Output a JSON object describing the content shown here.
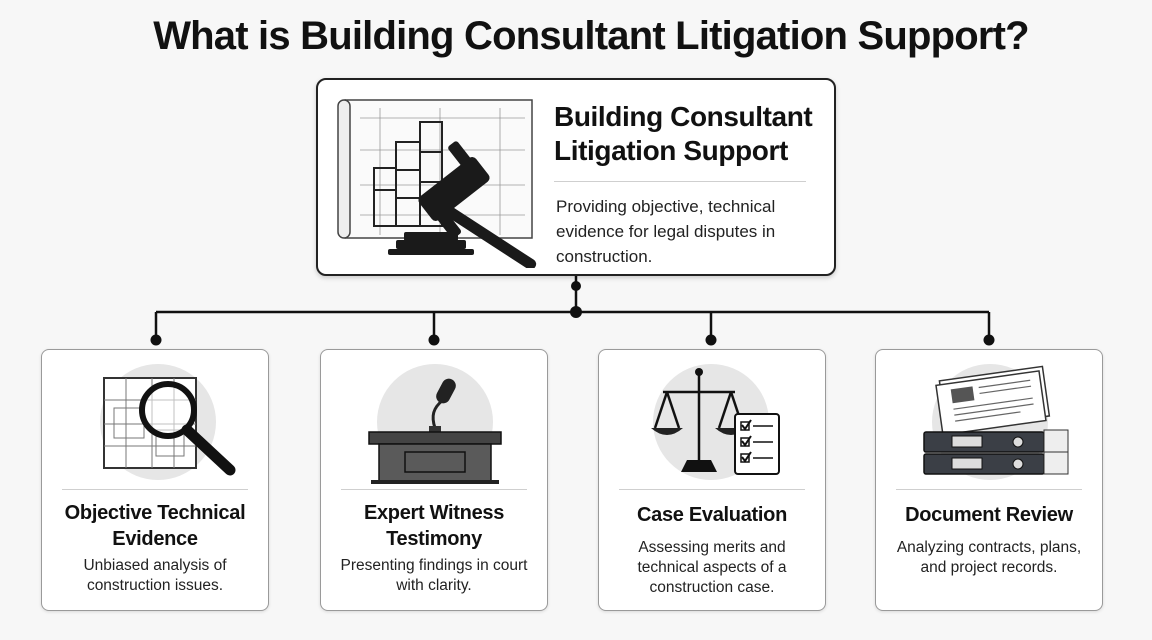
{
  "page": {
    "title": "What is Building Consultant Litigation Support?"
  },
  "main": {
    "heading": "Building Consultant Litigation Support",
    "description": "Providing objective, technical evidence for legal disputes in construction."
  },
  "cards": [
    {
      "title": "Objective Technical Evidence",
      "description": "Unbiased analysis of construction issues.",
      "icon": "magnifier-blueprint-icon"
    },
    {
      "title": "Expert Witness Testimony",
      "description": "Presenting findings in court with clarity.",
      "icon": "microphone-podium-icon"
    },
    {
      "title": "Case Evaluation",
      "description": "Assessing merits and technical aspects of a construction case.",
      "icon": "scales-checklist-icon"
    },
    {
      "title": "Document Review",
      "description": "Analyzing contracts, plans, and project records.",
      "icon": "binders-documents-icon"
    }
  ]
}
